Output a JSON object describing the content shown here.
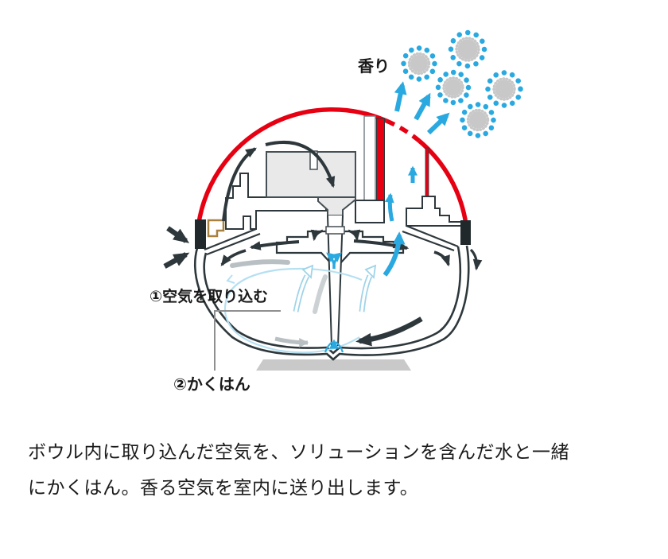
{
  "diagram": {
    "fragrance_label": "香り",
    "step1_label": "①空気を取り込む",
    "step2_label": "②かくはん"
  },
  "caption": {
    "line1": "ボウル内に取り込んだ空気を、ソリューションを含んだ水と一緒",
    "line2": "にかくはん。香る空気を室内に送り出します。"
  },
  "colors": {
    "red": "#e60012",
    "blue": "#2aa9e0",
    "light_blue": "#b5e0f2",
    "dark": "#2e383c",
    "ink": "#1a1a1a",
    "gray_fill": "#e9e9e9",
    "base_gray": "#c9c9c9",
    "arrow_gray": "#b9c0c4",
    "tan": "#a7813f",
    "particle_gray": "#c8c8c8",
    "leader_gray": "#8f8f8f"
  },
  "icons": {
    "fragrance_particle": "particle-icon (gray core ringed by blue dots)",
    "intake_arrow": "thick dark arrow-icon",
    "scent_arrow": "blue arrow-icon",
    "stir_arrow": "gray hollow arrow-icon"
  }
}
